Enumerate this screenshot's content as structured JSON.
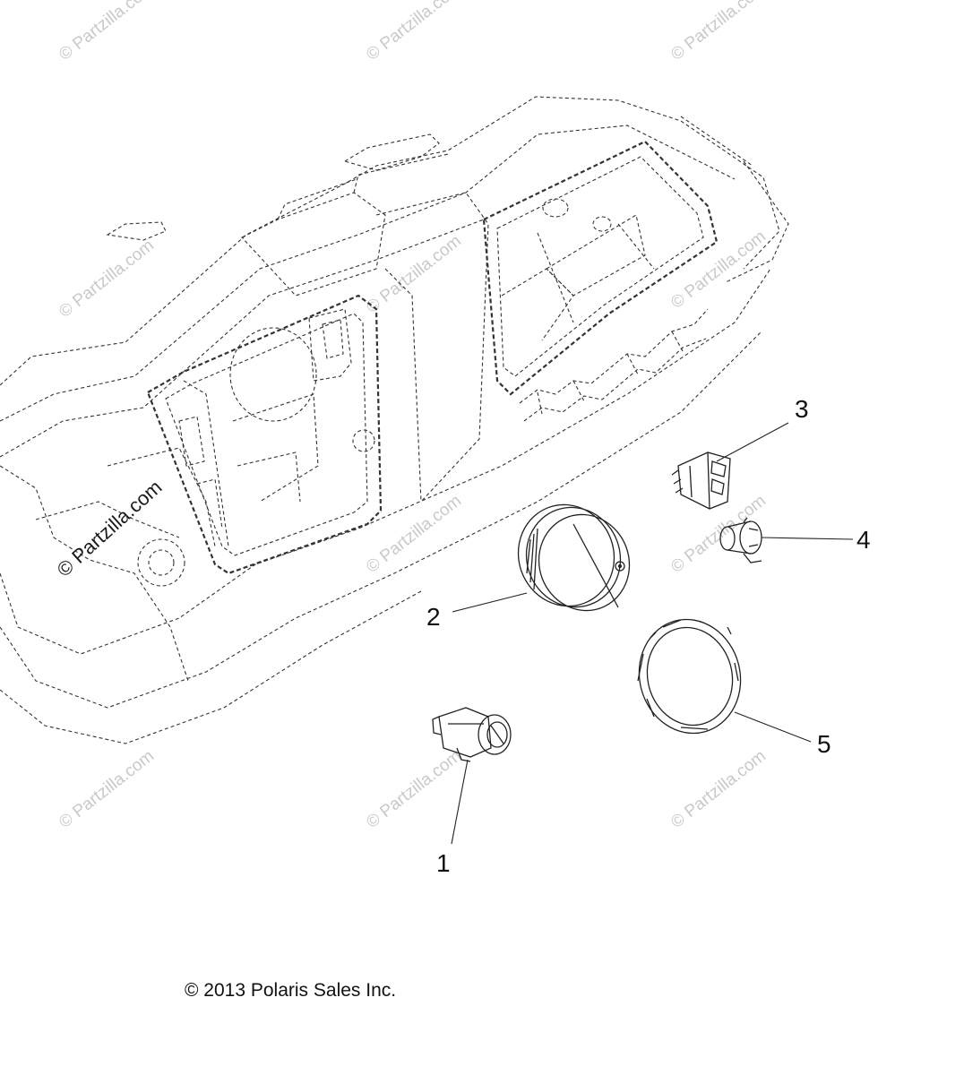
{
  "watermark_text": "© Partzilla.com",
  "callouts": [
    {
      "id": "1",
      "label": "1"
    },
    {
      "id": "2",
      "label": "2"
    },
    {
      "id": "3",
      "label": "3"
    },
    {
      "id": "4",
      "label": "4"
    },
    {
      "id": "5",
      "label": "5"
    }
  ],
  "copyright": "© 2013 Polaris Sales Inc."
}
